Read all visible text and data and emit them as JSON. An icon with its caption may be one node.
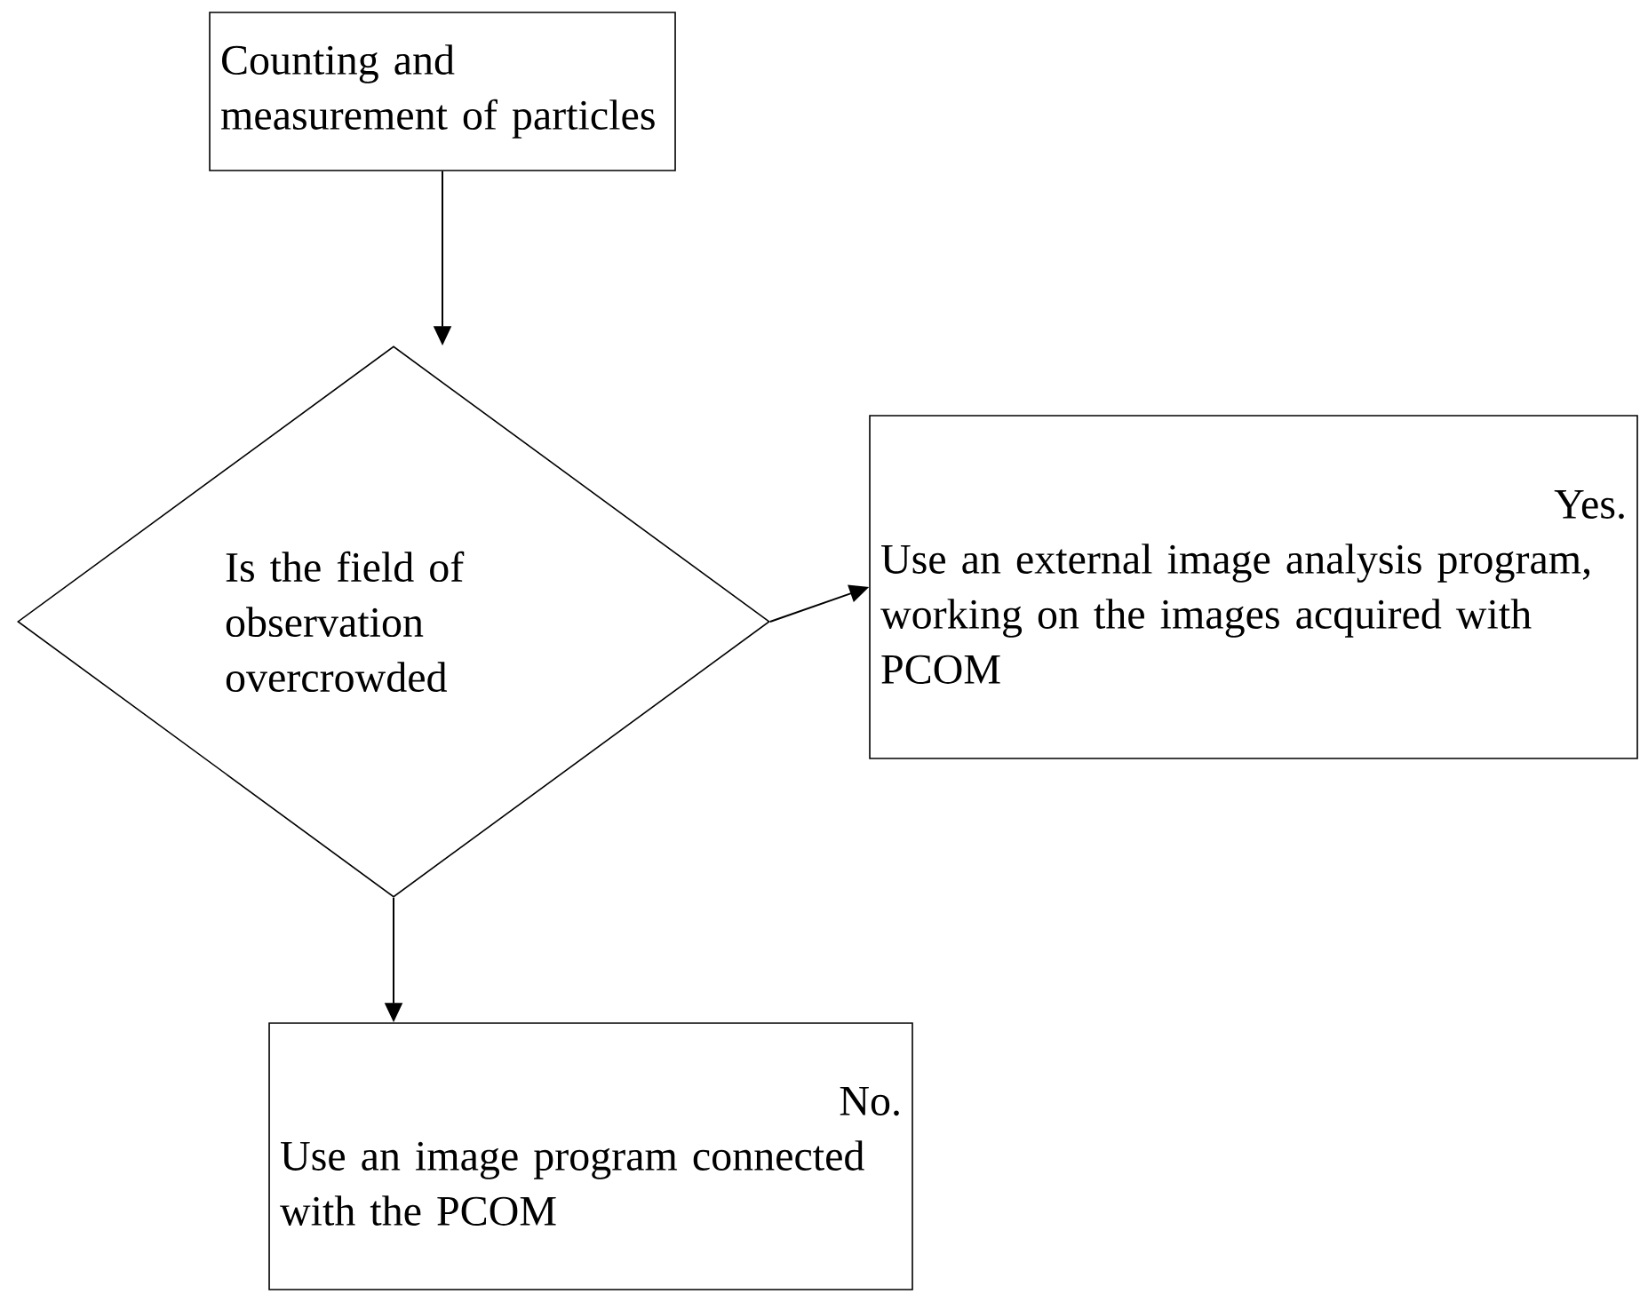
{
  "diagram": {
    "nodes": [
      {
        "text": [
          "Counting and measurement of particles"
        ]
      },
      {
        "text": [
          "Is the field of observation overcrowded"
        ]
      },
      {
        "text": [
          "Yes.",
          "Use an external image analysis program, working on the images acquired with PCOM"
        ]
      },
      {
        "text": [
          "No.",
          "Use an image program connected with the PCOM"
        ]
      }
    ],
    "edges": [
      {
        "from": 0,
        "to": 1,
        "arrow": "to"
      },
      {
        "from": 1,
        "to": 2,
        "arrow": "to"
      },
      {
        "from": 1,
        "to": 3,
        "arrow": "to"
      }
    ]
  }
}
